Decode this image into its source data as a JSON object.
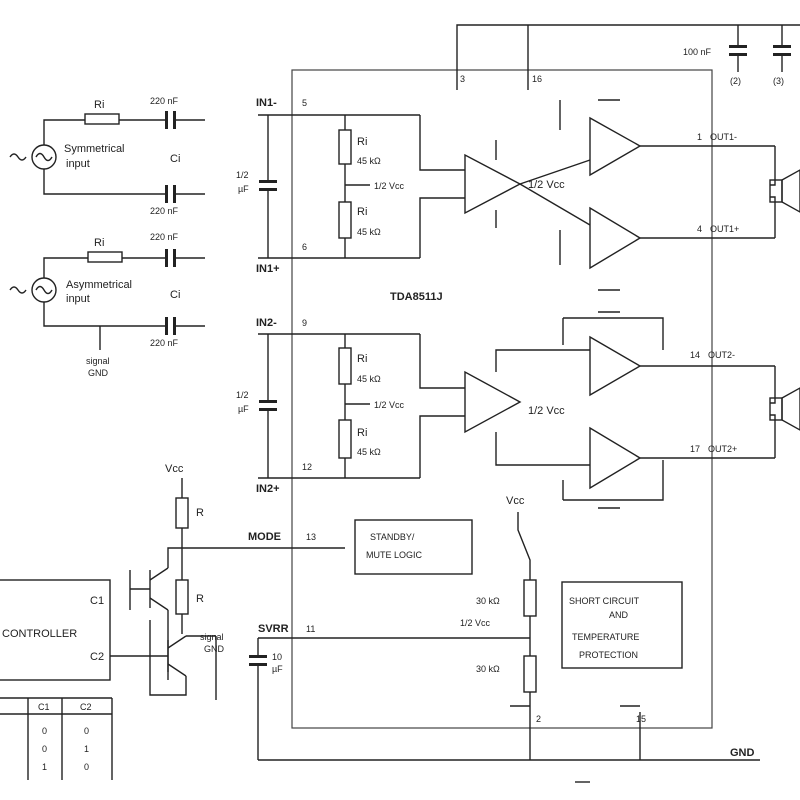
{
  "ic": {
    "name": "TDA8511J"
  },
  "pins": {
    "p1": "1",
    "p2": "2",
    "p3": "3",
    "p5": "5",
    "p6": "6",
    "p9": "9",
    "p12": "12",
    "p13": "13",
    "p14": "14",
    "p15": "15",
    "p16": "16",
    "p11": "11",
    "p4": "4",
    "p17": "17"
  },
  "labels": {
    "in1_minus": "IN1-",
    "in1_plus": "IN1+",
    "in2_minus": "IN2-",
    "in2_plus": "IN2+",
    "mode": "MODE",
    "svrr": "SVRR",
    "gnd": "GND",
    "vcc_top": "Vcc",
    "vcc_mid": "Vcc",
    "half_vcc": "1/2 Vcc",
    "out1_minus": "OUT1-",
    "out1_plus": "OUT1+",
    "out2_minus": "OUT2-",
    "out2_plus": "OUT2+",
    "controller": "CONTROLLER",
    "c1": "C1",
    "c2": "C2",
    "r1": "R",
    "r2": "R",
    "signal_gnd_a": "signal",
    "signal_gnd_b": "GND",
    "signal_gnd2_a": "signal",
    "signal_gnd2_b": "GND",
    "sym_input_a": "Symmetrical",
    "sym_input_b": "input",
    "asym_input_a": "Asymmetrical",
    "asym_input_b": "input",
    "ri1": "Ri",
    "ri2": "Ri",
    "ci1": "Ci",
    "ci2": "Ci",
    "cap_220_1": "220 nF",
    "cap_220_2": "220 nF",
    "cap_220_3": "220 nF",
    "cap_220_4": "220 nF",
    "cap_1u_a": "1/2",
    "cap_1u_b": "µF",
    "cap_1u2_a": "1/2",
    "cap_1u2_b": "µF",
    "cap_10u_a": "10",
    "cap_10u_b": "µF",
    "cap_100n": "100 nF",
    "cap_top_r1": "(2)",
    "cap_top_r2": "(3)",
    "r45_1": "45 kΩ",
    "r45_2": "45 kΩ",
    "r45_3": "45 kΩ",
    "r45_4": "45 kΩ",
    "r30_1": "30 kΩ",
    "r30_2": "30 kΩ",
    "stb_a": "STANDBY/",
    "stb_b": "MUTE LOGIC",
    "prot_a": "SHORT CIRCUIT",
    "prot_b": "AND",
    "prot_c": "TEMPERATURE",
    "prot_d": "PROTECTION",
    "table_h0": "",
    "table_h1": "C1",
    "table_h2": "C2",
    "row1": [
      "",
      "0",
      "0"
    ],
    "row2": [
      "",
      "0",
      "1"
    ],
    "row3": [
      "",
      "1",
      "0"
    ]
  }
}
